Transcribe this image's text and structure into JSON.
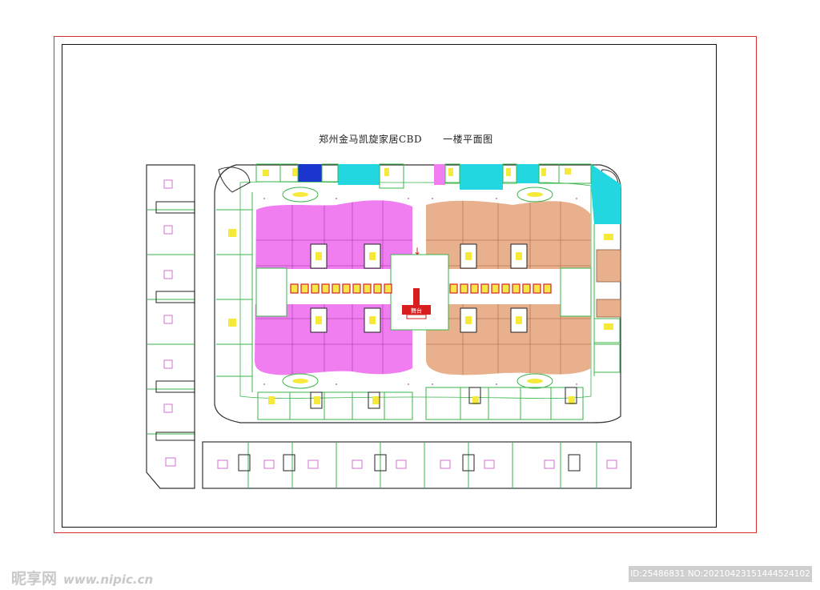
{
  "drawing": {
    "title_part1": "郑州金马凯旋家居CBD",
    "title_part2": "一楼平面图",
    "stage_label": "舞台",
    "entrance_arrow": "↓"
  },
  "colors": {
    "frame_outer": "#d32f2f",
    "frame_inner": "#111111",
    "zone_magenta": "#f07ef0",
    "zone_tan": "#e8b08c",
    "zone_cyan": "#22d7e0",
    "zone_blue": "#1a36cf",
    "stage_red": "#d81e1e",
    "stall_red": "#d42222",
    "stall_fill": "#f5e64a",
    "wall_green": "#3ab54a",
    "marker_yellow": "#f5ea3a"
  },
  "watermark": {
    "brand": "昵享网",
    "url": "www.nipic.cn",
    "image_id": "ID:25486831 NO:20210423151444524102"
  }
}
